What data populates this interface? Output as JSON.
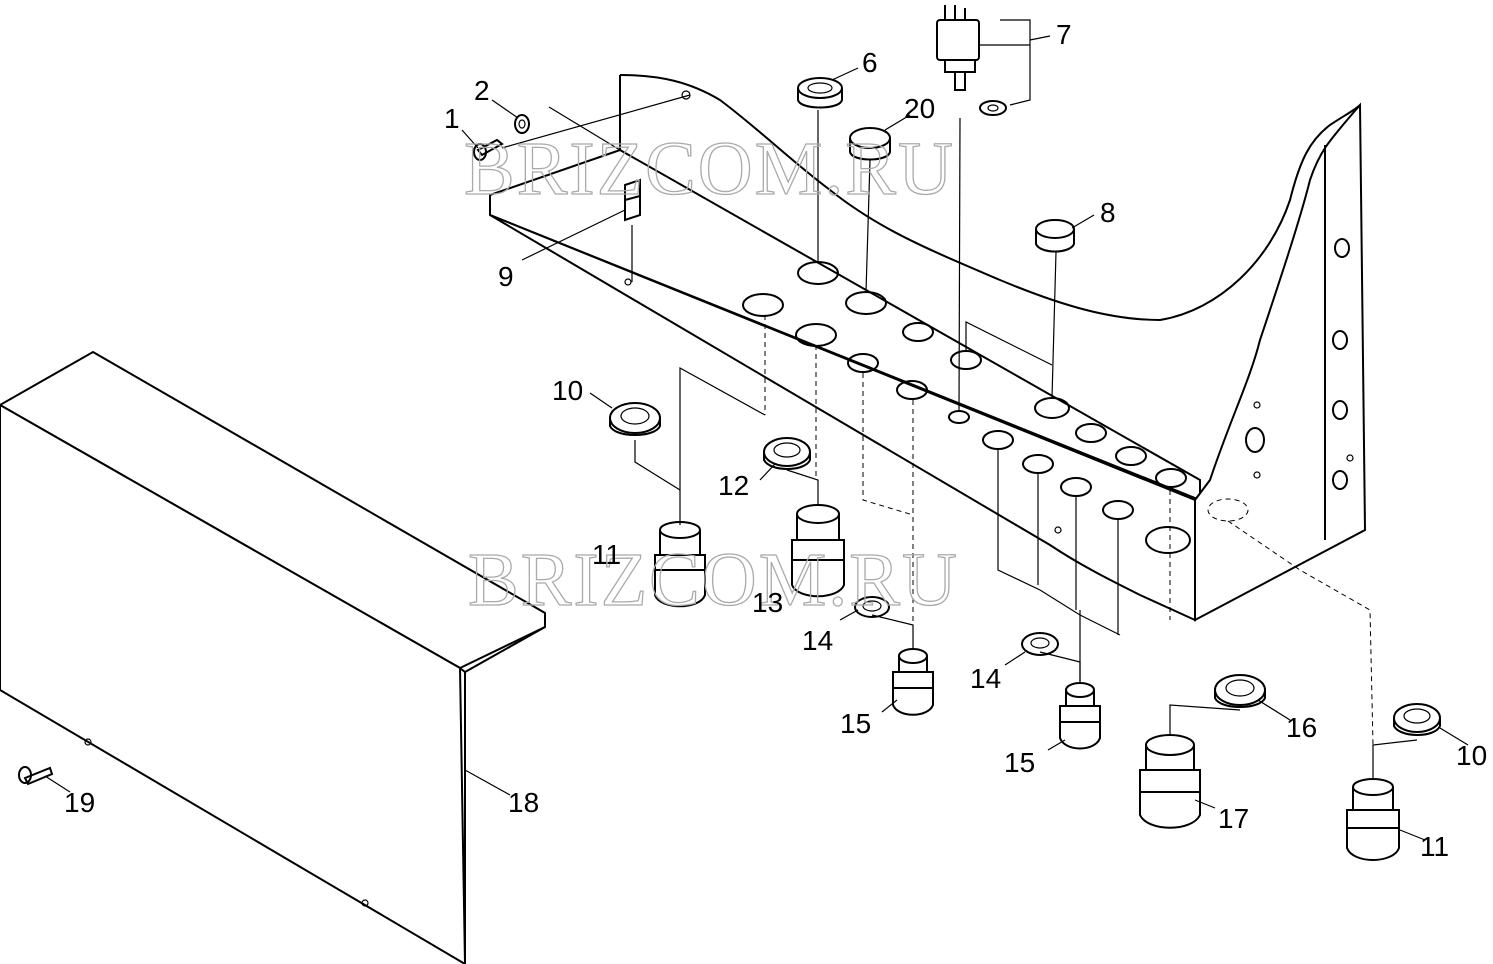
{
  "watermark": "BRIZCOM.RU",
  "callouts": [
    {
      "id": "1",
      "text": "1"
    },
    {
      "id": "2",
      "text": "2"
    },
    {
      "id": "6",
      "text": "6"
    },
    {
      "id": "7",
      "text": "7"
    },
    {
      "id": "8",
      "text": "8"
    },
    {
      "id": "9",
      "text": "9"
    },
    {
      "id": "10a",
      "text": "10"
    },
    {
      "id": "10b",
      "text": "10"
    },
    {
      "id": "11a",
      "text": "11"
    },
    {
      "id": "11b",
      "text": "11"
    },
    {
      "id": "12",
      "text": "12"
    },
    {
      "id": "13",
      "text": "13"
    },
    {
      "id": "14a",
      "text": "14"
    },
    {
      "id": "14b",
      "text": "14"
    },
    {
      "id": "15a",
      "text": "15"
    },
    {
      "id": "15b",
      "text": "15"
    },
    {
      "id": "16",
      "text": "16"
    },
    {
      "id": "17",
      "text": "17"
    },
    {
      "id": "18",
      "text": "18"
    },
    {
      "id": "19",
      "text": "19"
    },
    {
      "id": "20",
      "text": "20"
    }
  ]
}
